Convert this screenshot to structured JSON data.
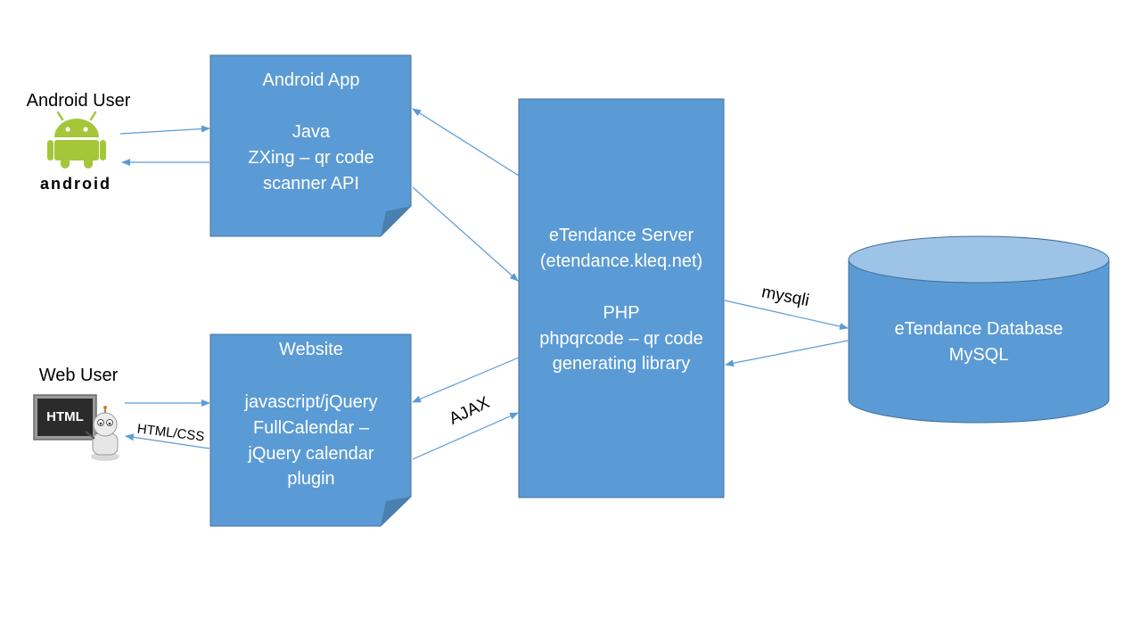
{
  "actors": {
    "android_user": {
      "label": "Android User",
      "logo_text": "android"
    },
    "web_user": {
      "label": "Web User",
      "board_text": "HTML"
    }
  },
  "boxes": {
    "android_app": {
      "lines": [
        "Android App",
        "",
        "Java",
        "ZXing – qr code",
        "scanner API"
      ]
    },
    "website": {
      "lines": [
        "Website",
        "",
        "javascript/jQuery",
        "FullCalendar –",
        "jQuery calendar",
        "plugin"
      ]
    },
    "server": {
      "lines": [
        "eTendance Server",
        "(etendance.kleq.net)",
        "",
        "PHP",
        "phpqrcode – qr code",
        "generating library"
      ]
    },
    "database": {
      "lines": [
        "eTendance Database",
        "MySQL"
      ]
    }
  },
  "edge_labels": {
    "mysqli": "mysqli",
    "ajax": "AJAX",
    "html_css": "HTML/CSS"
  },
  "colors": {
    "box_fill": "#5b9bd5",
    "box_stroke": "#41719c",
    "db_top": "#9dc3e6",
    "arrow": "#5b9bd5",
    "android_green": "#a4c639"
  }
}
